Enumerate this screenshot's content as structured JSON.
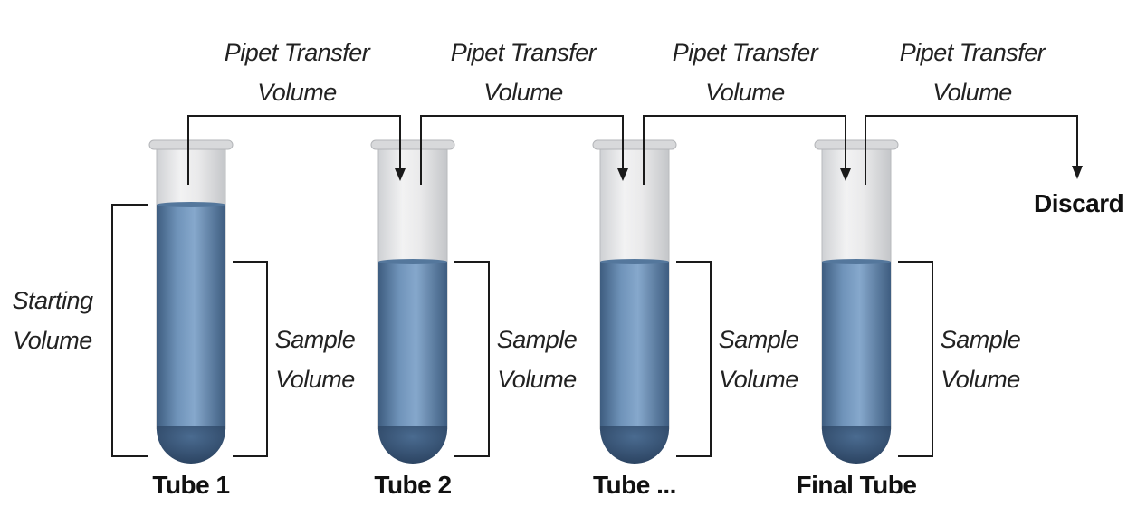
{
  "pipet_label": {
    "line1": "Pipet Transfer",
    "line2": "Volume"
  },
  "sample_label": {
    "line1": "Sample",
    "line2": "Volume"
  },
  "starting_label": {
    "line1": "Starting",
    "line2": "Volume"
  },
  "discard_label": "Discard",
  "tubes": [
    {
      "name": "Tube 1"
    },
    {
      "name": "Tube 2"
    },
    {
      "name": "Tube ..."
    },
    {
      "name": "Final Tube"
    }
  ],
  "colors": {
    "liquid_dark": "#3f5f82",
    "liquid_light": "#7fa3c8",
    "glass": "#e6e7e9",
    "line": "#1a1a1a"
  }
}
